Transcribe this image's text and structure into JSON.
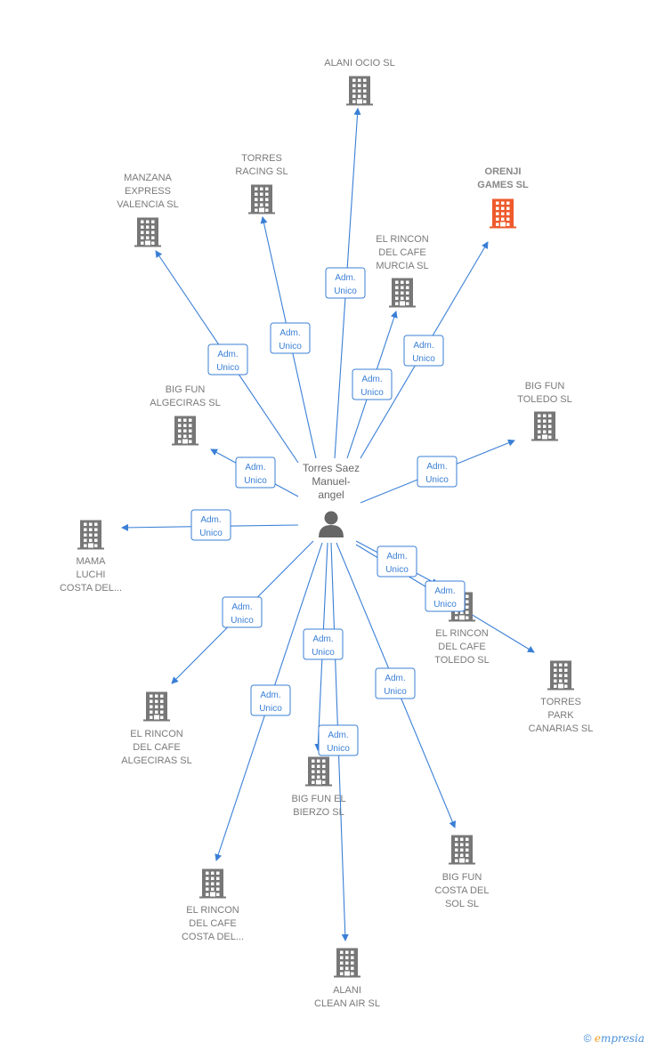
{
  "center": {
    "label_lines": [
      "Torres Saez",
      "Manuel-",
      "angel"
    ],
    "icon": "person-icon"
  },
  "colors": {
    "edge": "#3a7fd6",
    "building": "#777777",
    "highlight": "#ee5a2c",
    "text": "#7a7a7a"
  },
  "relation_lines": [
    "Adm.",
    "Unico"
  ],
  "companies": [
    {
      "id": "alani-ocio",
      "lines": [
        "ALANI OCIO  SL"
      ],
      "highlight": false
    },
    {
      "id": "orenji-games",
      "lines": [
        "ORENJI",
        "GAMES  SL"
      ],
      "highlight": true
    },
    {
      "id": "torres-racing",
      "lines": [
        "TORRES",
        "RACING  SL"
      ],
      "highlight": false
    },
    {
      "id": "manzana-express",
      "lines": [
        "MANZANA",
        "EXPRESS",
        "VALENCIA  SL"
      ],
      "highlight": false
    },
    {
      "id": "rincon-murcia",
      "lines": [
        "EL RINCON",
        "DEL CAFE",
        "MURCIA SL"
      ],
      "highlight": false
    },
    {
      "id": "bigfun-algeciras",
      "lines": [
        "BIG FUN",
        "ALGECIRAS SL"
      ],
      "highlight": false
    },
    {
      "id": "bigfun-toledo",
      "lines": [
        "BIG FUN",
        "TOLEDO SL"
      ],
      "highlight": false
    },
    {
      "id": "mama-luchi",
      "lines": [
        "MAMA",
        "LUCHI",
        "COSTA DEL..."
      ],
      "highlight": false
    },
    {
      "id": "rincon-toledo",
      "lines": [
        "EL RINCON",
        "DEL CAFE",
        "TOLEDO  SL"
      ],
      "highlight": false
    },
    {
      "id": "torres-park",
      "lines": [
        "TORRES",
        "PARK",
        "CANARIAS  SL"
      ],
      "highlight": false
    },
    {
      "id": "rincon-algeciras",
      "lines": [
        "EL RINCON",
        "DEL CAFE",
        "ALGECIRAS SL"
      ],
      "highlight": false
    },
    {
      "id": "bigfun-bierzo",
      "lines": [
        "BIG FUN EL",
        "BIERZO SL"
      ],
      "highlight": false
    },
    {
      "id": "bigfun-costa",
      "lines": [
        "BIG FUN",
        "COSTA DEL",
        "SOL SL"
      ],
      "highlight": false
    },
    {
      "id": "rincon-costa",
      "lines": [
        "EL RINCON",
        "DEL CAFE",
        "COSTA DEL..."
      ],
      "highlight": false
    },
    {
      "id": "alani-clean",
      "lines": [
        "ALANI",
        "CLEAN AIR  SL"
      ],
      "highlight": false
    }
  ],
  "footer": {
    "copyright": "©",
    "brand_initial": "e",
    "brand_rest": "mpresia"
  }
}
